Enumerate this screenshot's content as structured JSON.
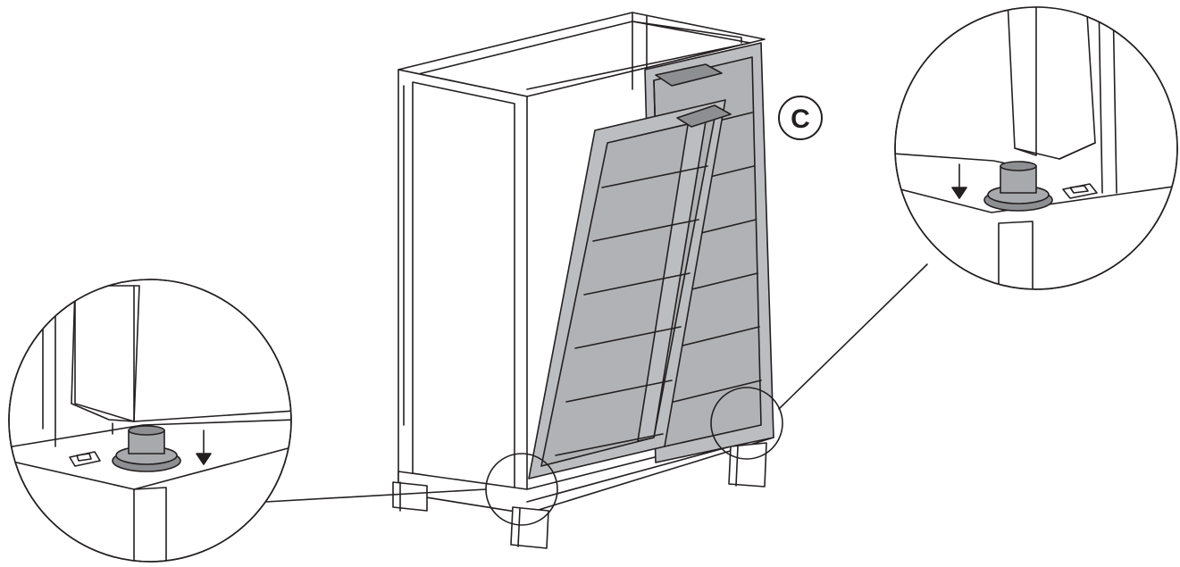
{
  "diagram": {
    "step_label": "C",
    "colors": {
      "line": "#231f20",
      "panel": "#bcbdc0",
      "panel_dark": "#8e8f92",
      "foot": "#a7a9ac",
      "background": "#ffffff"
    },
    "parts": {
      "cabinet": "cabinet-frame",
      "left_door": "left-door",
      "right_door": "right-door",
      "left_detail": "left-hinge-detail",
      "right_detail": "right-hinge-detail"
    }
  }
}
